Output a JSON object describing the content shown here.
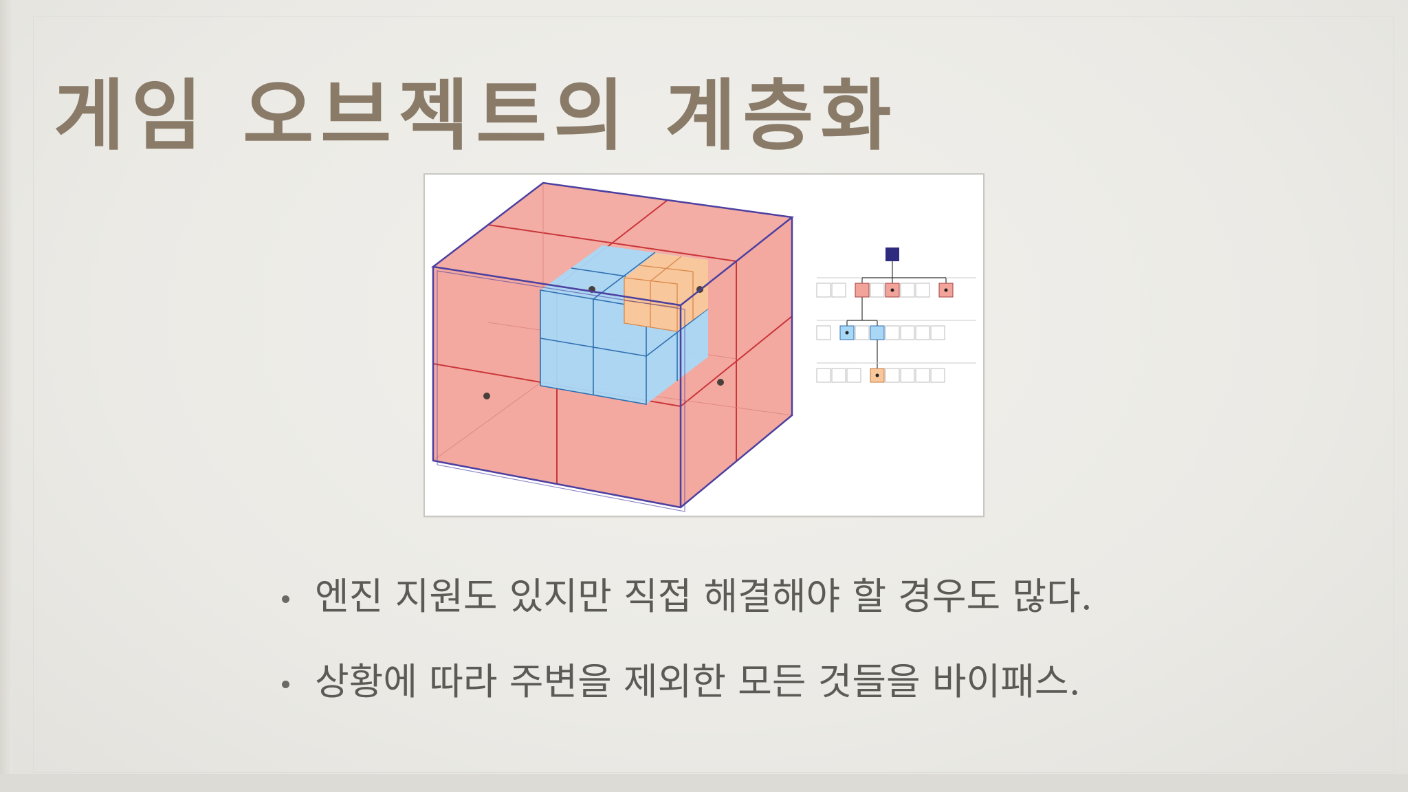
{
  "slide": {
    "title": "게임 오브젝트의 계층화",
    "bullets": [
      "엔진 지원도 있지만 직접 해결해야 할 경우도 많다.",
      "상황에 따라 주변을 제외한 모든 것들을 바이패스."
    ]
  },
  "colors": {
    "title": "#8a7b69",
    "bullet_text": "#5b5a55",
    "octree_red": "#f2a49b",
    "octree_blue": "#a9d8f7",
    "octree_orange": "#f8c79b",
    "root_node": "#2e2a7e",
    "outline": "#4b3fa0"
  },
  "figure": {
    "description_icon": "octree-diagram",
    "tree_levels": [
      {
        "nodes": 1,
        "filled": [
          0
        ],
        "dotted": []
      },
      {
        "nodes": 8,
        "filled": [
          2,
          4,
          7
        ],
        "dotted": [
          4,
          7
        ]
      },
      {
        "nodes": 8,
        "filled": [
          1,
          3
        ],
        "dotted": [
          1
        ]
      },
      {
        "nodes": 8,
        "filled": [
          3
        ],
        "dotted": [
          3
        ]
      }
    ]
  }
}
